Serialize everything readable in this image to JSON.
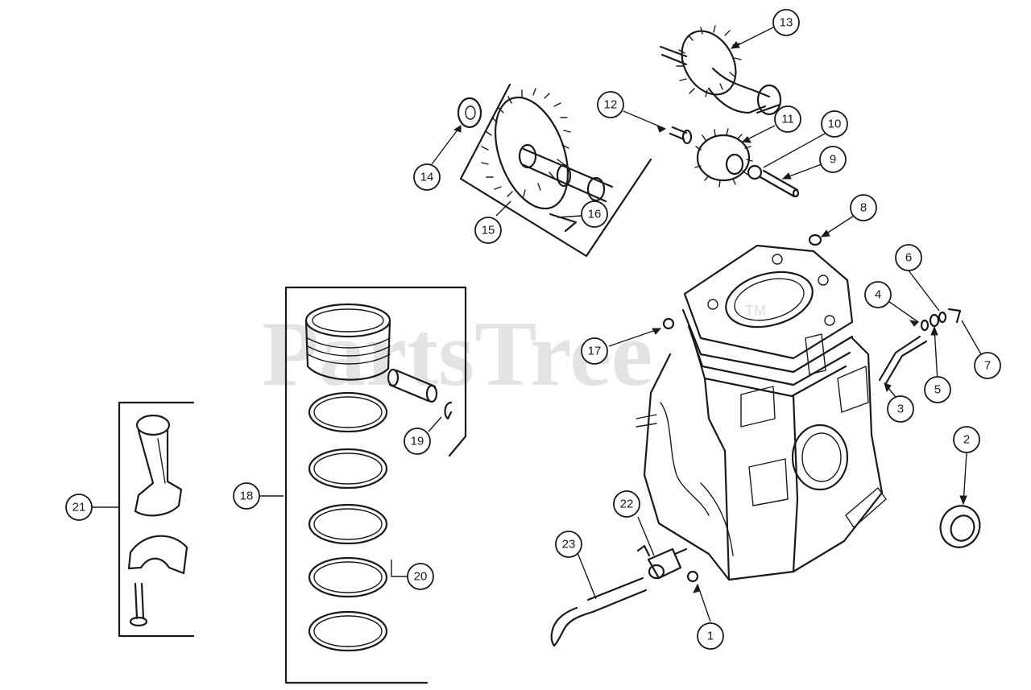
{
  "watermark": {
    "text": "PartsTree",
    "tm": "TM",
    "color": "#9a9a9a"
  },
  "callouts": {
    "c1": "1",
    "c2": "2",
    "c3": "3",
    "c4": "4",
    "c5": "5",
    "c6": "6",
    "c7": "7",
    "c8": "8",
    "c9": "9",
    "c10": "10",
    "c11": "11",
    "c12": "12",
    "c13": "13",
    "c14": "14",
    "c15": "15",
    "c16": "16",
    "c17": "17",
    "c18": "18",
    "c19": "19",
    "c20": "20",
    "c21": "21",
    "c22": "22",
    "c23": "23"
  },
  "colors": {
    "ink": "#1a1a1a",
    "background": "#ffffff"
  }
}
